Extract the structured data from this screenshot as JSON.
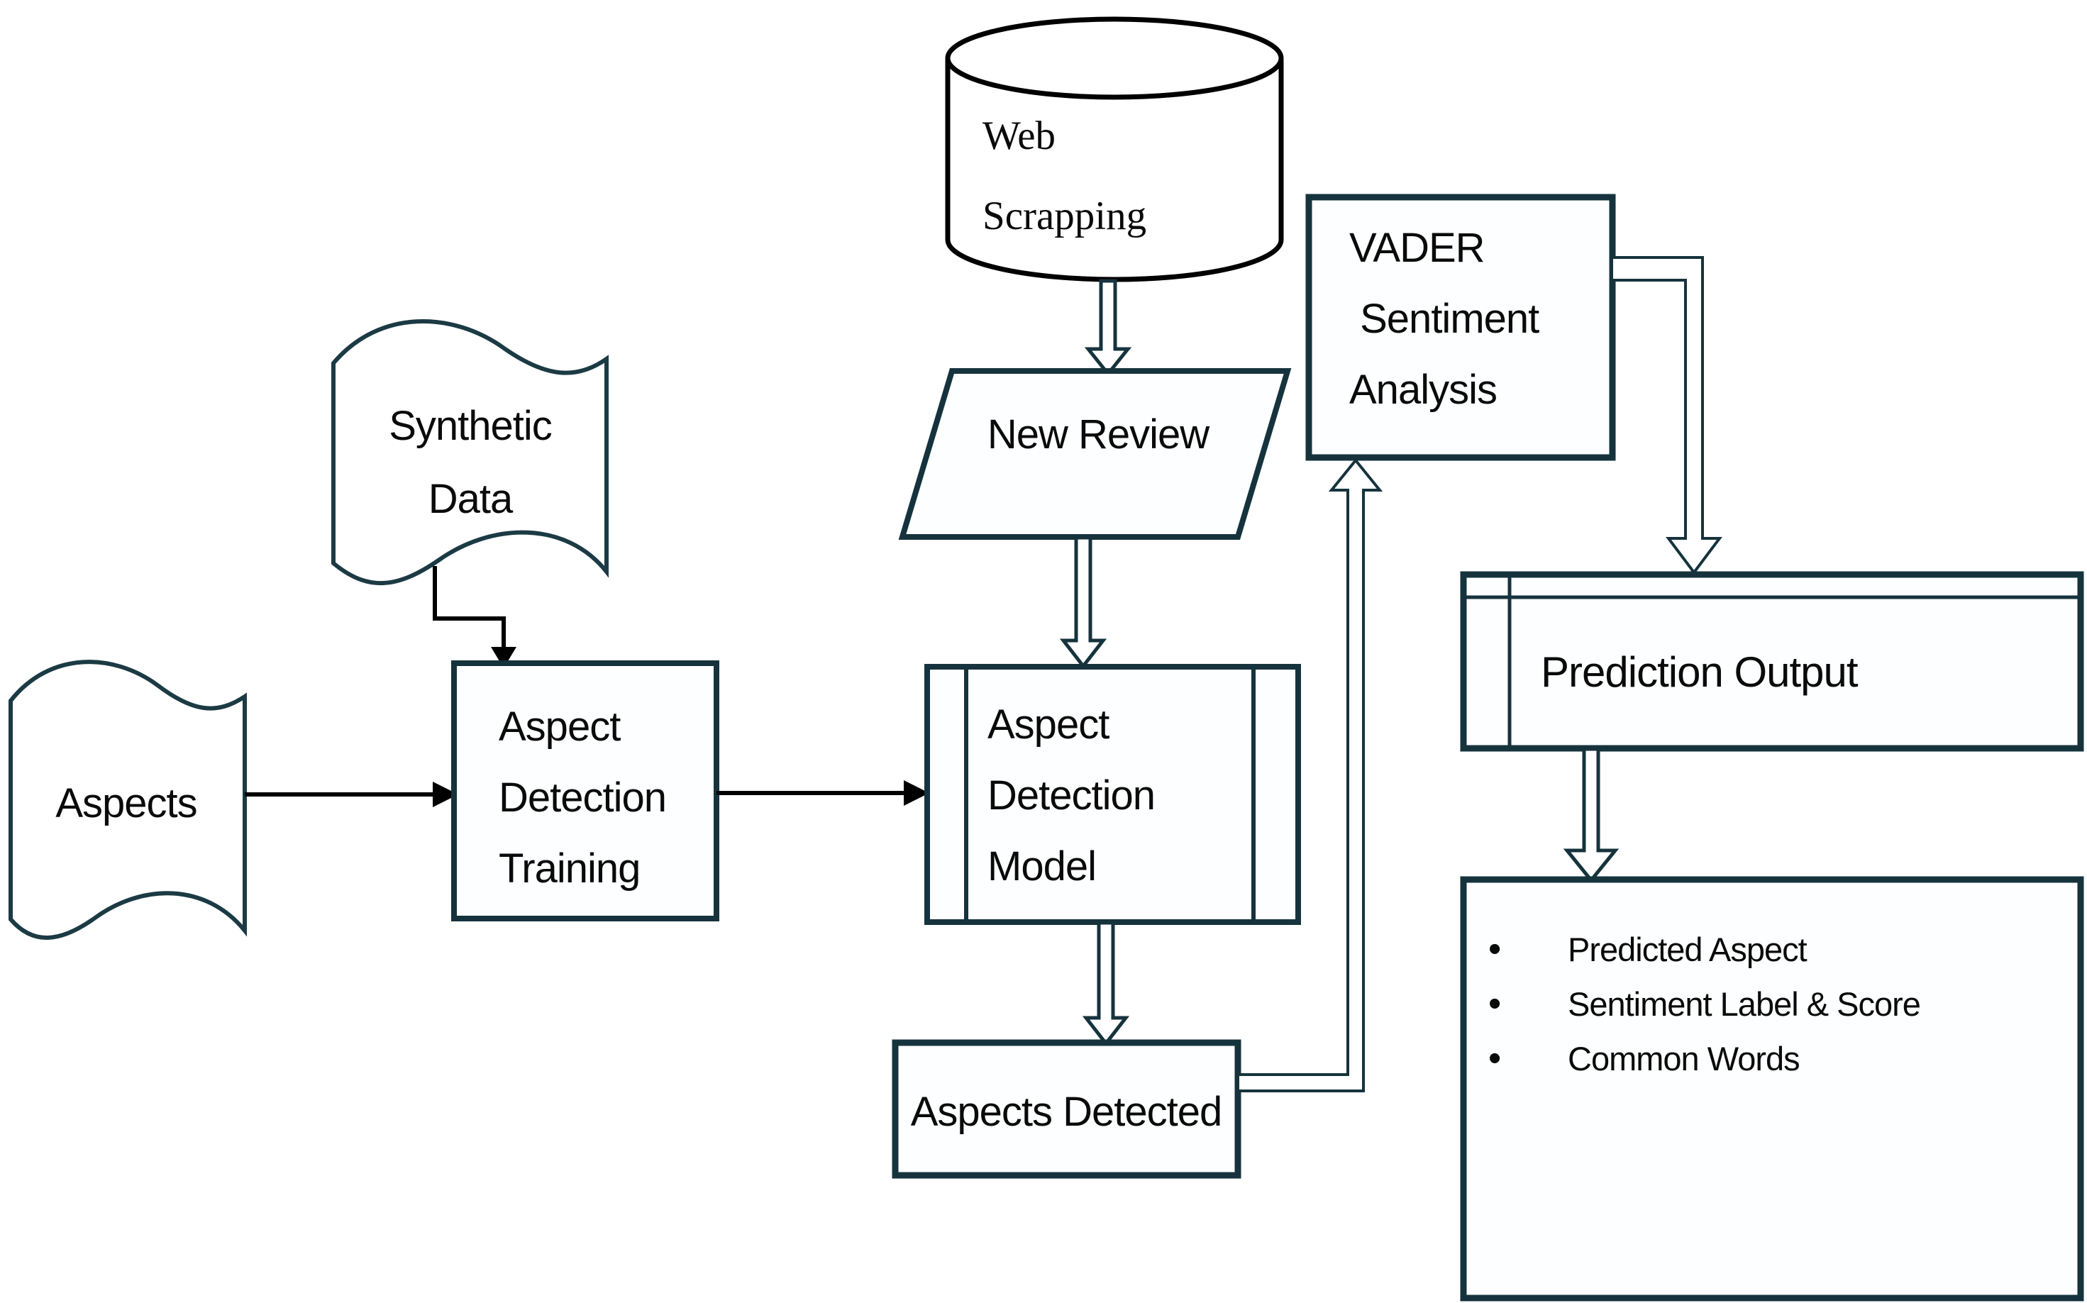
{
  "diagram": {
    "background": "#ffffff",
    "colors": {
      "box_border": "#16333d",
      "flag_border": "#1b3a44",
      "black_line": "#000000",
      "text": "#0a0a0a",
      "shape_fill": "#fdfeff"
    },
    "nodes": {
      "web_scrapping": {
        "shape": "cylinder",
        "lines": [
          "Web",
          "Scrapping"
        ]
      },
      "synthetic_data": {
        "shape": "wavy-document",
        "lines": [
          "Synthetic",
          "Data"
        ]
      },
      "aspects": {
        "shape": "wavy-document",
        "label": "Aspects"
      },
      "training": {
        "shape": "rectangle",
        "lines": [
          "Aspect",
          "Detection",
          "Training"
        ]
      },
      "new_review": {
        "shape": "parallelogram",
        "label": "New Review"
      },
      "model": {
        "shape": "predefined-process",
        "lines": [
          "Aspect",
          "Detection",
          "Model"
        ]
      },
      "vader": {
        "shape": "rectangle",
        "lines": [
          "VADER",
          " Sentiment",
          "Analysis"
        ]
      },
      "aspects_detected": {
        "shape": "rectangle",
        "label": "Aspects Detected"
      },
      "prediction_output": {
        "shape": "rectangle-with-header",
        "label": "Prediction Output"
      },
      "results": {
        "shape": "rectangle",
        "bullets": [
          "Predicted Aspect",
          "Sentiment Label & Score",
          "Common Words"
        ]
      }
    },
    "edges": [
      {
        "from": "web_scrapping",
        "to": "new_review",
        "style": "hollow-arrow"
      },
      {
        "from": "new_review",
        "to": "model",
        "style": "hollow-arrow"
      },
      {
        "from": "synthetic_data",
        "to": "training",
        "style": "solid-elbow-arrow"
      },
      {
        "from": "aspects",
        "to": "training",
        "style": "solid-arrow"
      },
      {
        "from": "training",
        "to": "model",
        "style": "solid-arrow"
      },
      {
        "from": "model",
        "to": "aspects_detected",
        "style": "hollow-arrow"
      },
      {
        "from": "aspects_detected",
        "to": "vader",
        "style": "hollow-elbow-arrow"
      },
      {
        "from": "vader",
        "to": "prediction_output",
        "style": "hollow-elbow-arrow"
      },
      {
        "from": "prediction_output",
        "to": "results",
        "style": "hollow-arrow"
      }
    ]
  }
}
